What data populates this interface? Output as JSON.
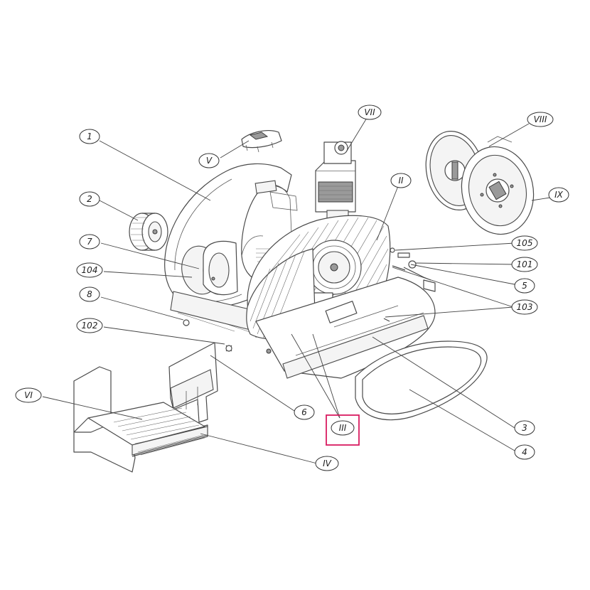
{
  "callouts": {
    "c1": "1",
    "c2": "2",
    "c7": "7",
    "c104": "104",
    "c8": "8",
    "c102": "102",
    "cVI": "VI",
    "cV": "V",
    "cVII": "VII",
    "cVIII": "VIII",
    "cIX": "IX",
    "cII": "II",
    "c105": "105",
    "c101": "101",
    "c5": "5",
    "c103": "103",
    "c3": "3",
    "c4": "4",
    "c6": "6",
    "cIII": "III",
    "cIV": "IV"
  },
  "colors": {
    "highlight": "#d81b60",
    "line": "#4a4a4a"
  }
}
